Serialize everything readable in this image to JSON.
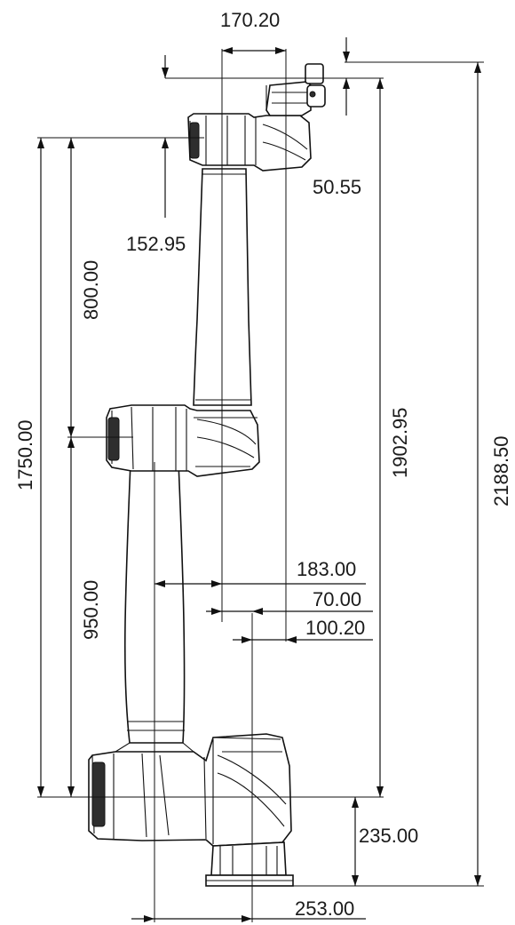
{
  "dimensions": {
    "top_joint_offset": "170.20",
    "tool_flange_height": "50.55",
    "wrist_drop": "152.95",
    "upper_arm_length": "800.00",
    "total_reach": "1750.00",
    "lower_arm_length": "950.00",
    "offset_183": "183.00",
    "offset_70": "70.00",
    "offset_100": "100.20",
    "shoulder_height_reach": "1902.95",
    "total_height": "2188.50",
    "base_height": "235.00",
    "base_offset": "253.00"
  }
}
